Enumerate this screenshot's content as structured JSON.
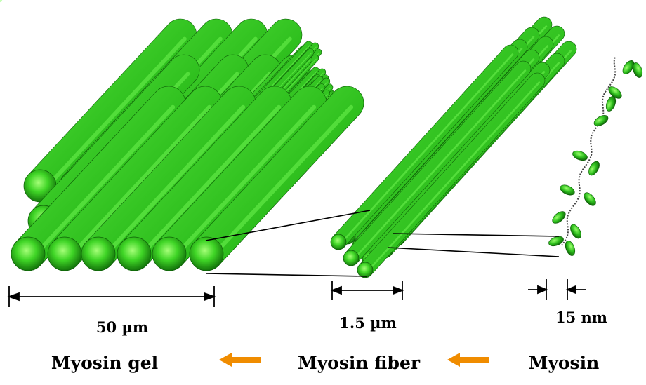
{
  "scale_labels": {
    "gel_width": "50 µm",
    "fiber_width": "1.5 µm",
    "myosin_width": "15 nm"
  },
  "captions": {
    "gel": "Myosin gel",
    "fiber": "Myosin fiber",
    "myosin": "Myosin"
  },
  "colors": {
    "rod_fill": "#2fc01e",
    "rod_dark": "#0f6e08",
    "rod_light": "#7dff5a",
    "arrow": "#f08c00"
  }
}
